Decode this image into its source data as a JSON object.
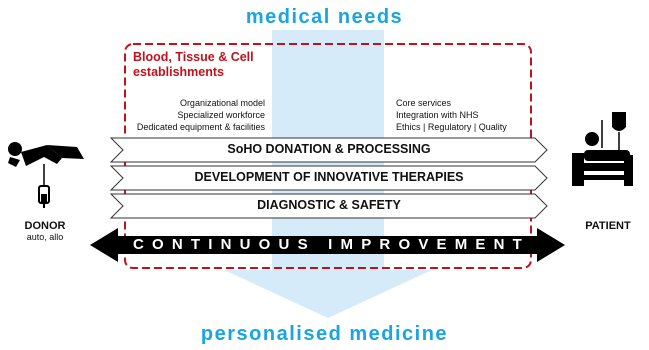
{
  "header": {
    "title": "medical needs"
  },
  "footer": {
    "title": "personalised medicine"
  },
  "box": {
    "title_line1": "Blood, Tissue & Cell",
    "title_line2": "establishments",
    "left_items": [
      "Organizational model",
      "Specialized workforce",
      "Dedicated equipment & facilities"
    ],
    "right_items": [
      "Core services",
      "Integration with NHS",
      "Ethics | Regulatory | Quality"
    ]
  },
  "bands": [
    "SoHO DONATION & PROCESSING",
    "DEVELOPMENT OF INNOVATIVE THERAPIES",
    "DIAGNOSTIC & SAFETY"
  ],
  "continuous_improvement": "CONTINUOUS IMPROVEMENT",
  "donor": {
    "label": "DONOR",
    "sub": "auto, allo",
    "icon": "donor-icon"
  },
  "patient": {
    "label": "PATIENT",
    "icon": "patient-bed-icon"
  },
  "colors": {
    "blue_text": "#1aa5e2",
    "light_blue_arrow": "#d6ebf9",
    "red_dashed": "#c0121c",
    "black": "#000000"
  }
}
